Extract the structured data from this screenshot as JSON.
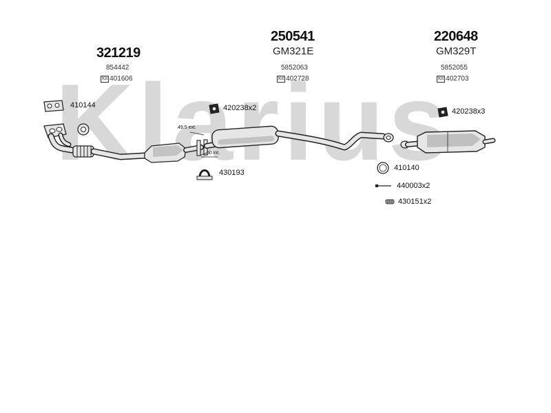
{
  "watermark": "Klarius",
  "groups": [
    {
      "part_number": "321219",
      "ref_number": "854442",
      "kit_number": "401606",
      "kit_prefix": "Kit"
    },
    {
      "part_number": "250541",
      "model_code": "GM321E",
      "ref_number": "5852063",
      "kit_number": "402728",
      "kit_prefix": "Kit"
    },
    {
      "part_number": "220648",
      "model_code": "GM329T",
      "ref_number": "5852055",
      "kit_number": "402703",
      "kit_prefix": "Kit"
    }
  ],
  "fittings": [
    {
      "label": "410144",
      "icon": "gasket-icon"
    },
    {
      "label": "420238x2",
      "icon": "rubber-mount-icon"
    },
    {
      "label": "430193",
      "icon": "clamp-icon"
    },
    {
      "label": "420238x3",
      "icon": "rubber-mount-icon"
    },
    {
      "label": "410140",
      "icon": "ring-gasket-icon"
    },
    {
      "label": "440003x2",
      "icon": "bolt-icon"
    },
    {
      "label": "430151x2",
      "icon": "spring-icon"
    }
  ],
  "dimensions": [
    {
      "label": "49.5 ext."
    },
    {
      "label": "50 int."
    }
  ],
  "colors": {
    "watermark": "#d8d8d8",
    "line": "#222222",
    "part_fill": "#e6e6e6",
    "part_shade": "#9a9a9a"
  }
}
